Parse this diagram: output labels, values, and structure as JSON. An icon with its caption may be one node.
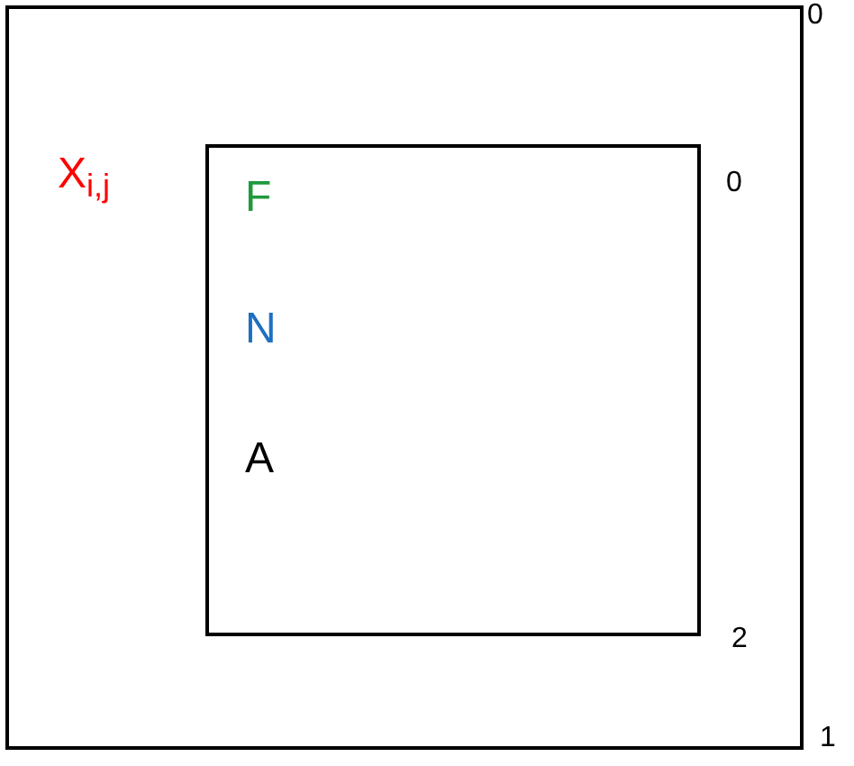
{
  "diagram": {
    "nodes": [
      {
        "text": [
          "X$_{i,j}$"
        ],
        "beside": [
          "0",
          "1"
        ]
      },
      {
        "text": [
          "F",
          "N",
          "A"
        ],
        "in": 0,
        "beside": [
          "0",
          "2"
        ]
      }
    ]
  }
}
